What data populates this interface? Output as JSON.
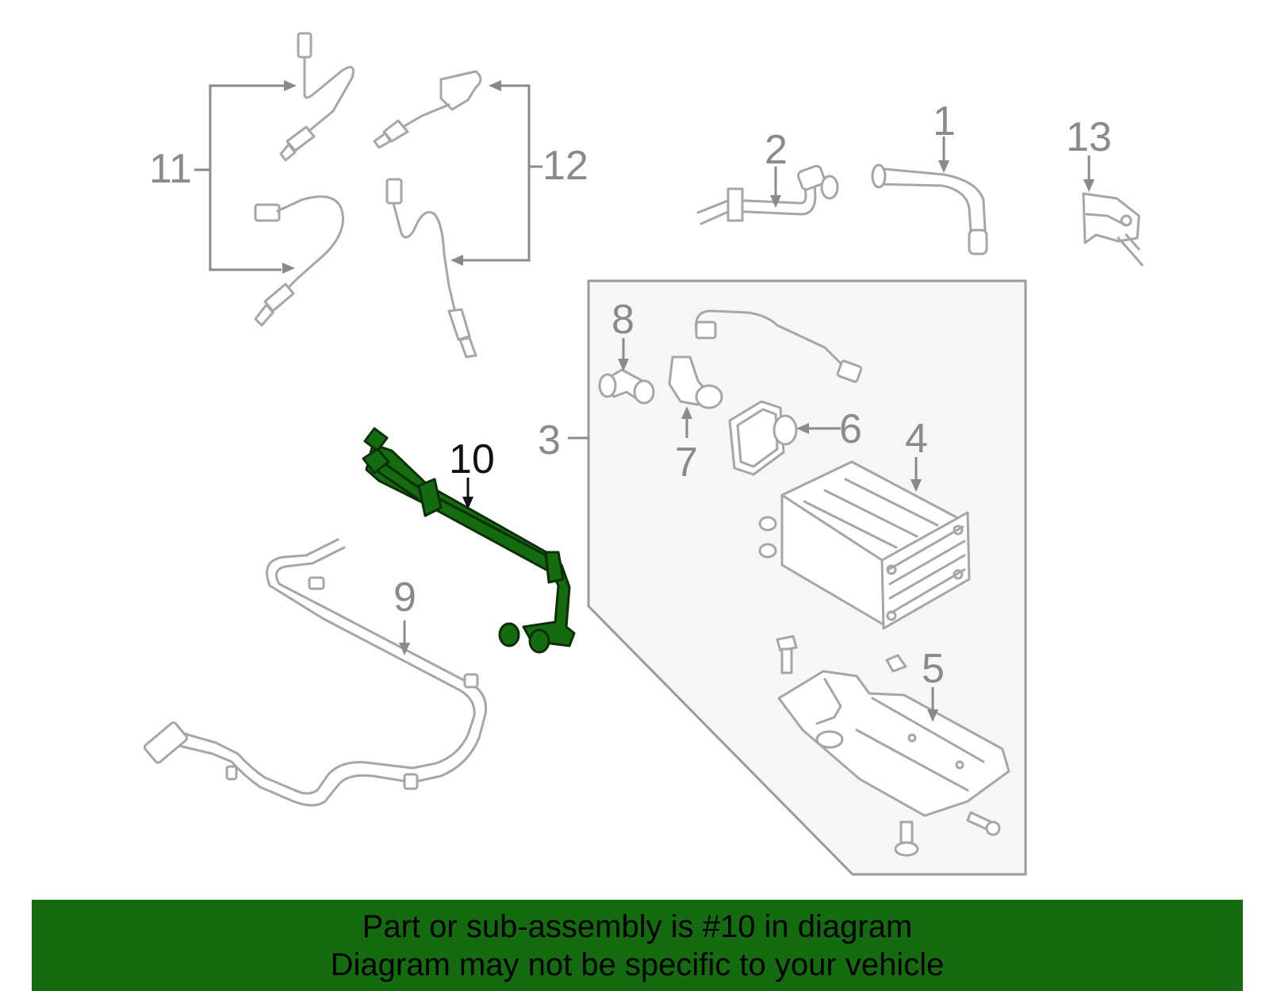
{
  "callouts": {
    "c1": "1",
    "c2": "2",
    "c3": "3",
    "c4": "4",
    "c5": "5",
    "c6": "6",
    "c7": "7",
    "c8": "8",
    "c9": "9",
    "c10": "10",
    "c11": "11",
    "c12": "12",
    "c13": "13"
  },
  "highlight": {
    "part_number": "10",
    "color": "#156b0f"
  },
  "banner": {
    "line1": "Part or sub-assembly is #10 in diagram",
    "line2": "Diagram may not be specific to your vehicle",
    "color": "#156b0f"
  },
  "icons": {
    "oxygen-sensor-icon": "oxygen sensor with wire",
    "hose-icon": "vapor hose",
    "canister-icon": "charcoal canister",
    "shield-icon": "canister shield",
    "bolt-icon": "bolt",
    "bracket-icon": "bracket"
  }
}
